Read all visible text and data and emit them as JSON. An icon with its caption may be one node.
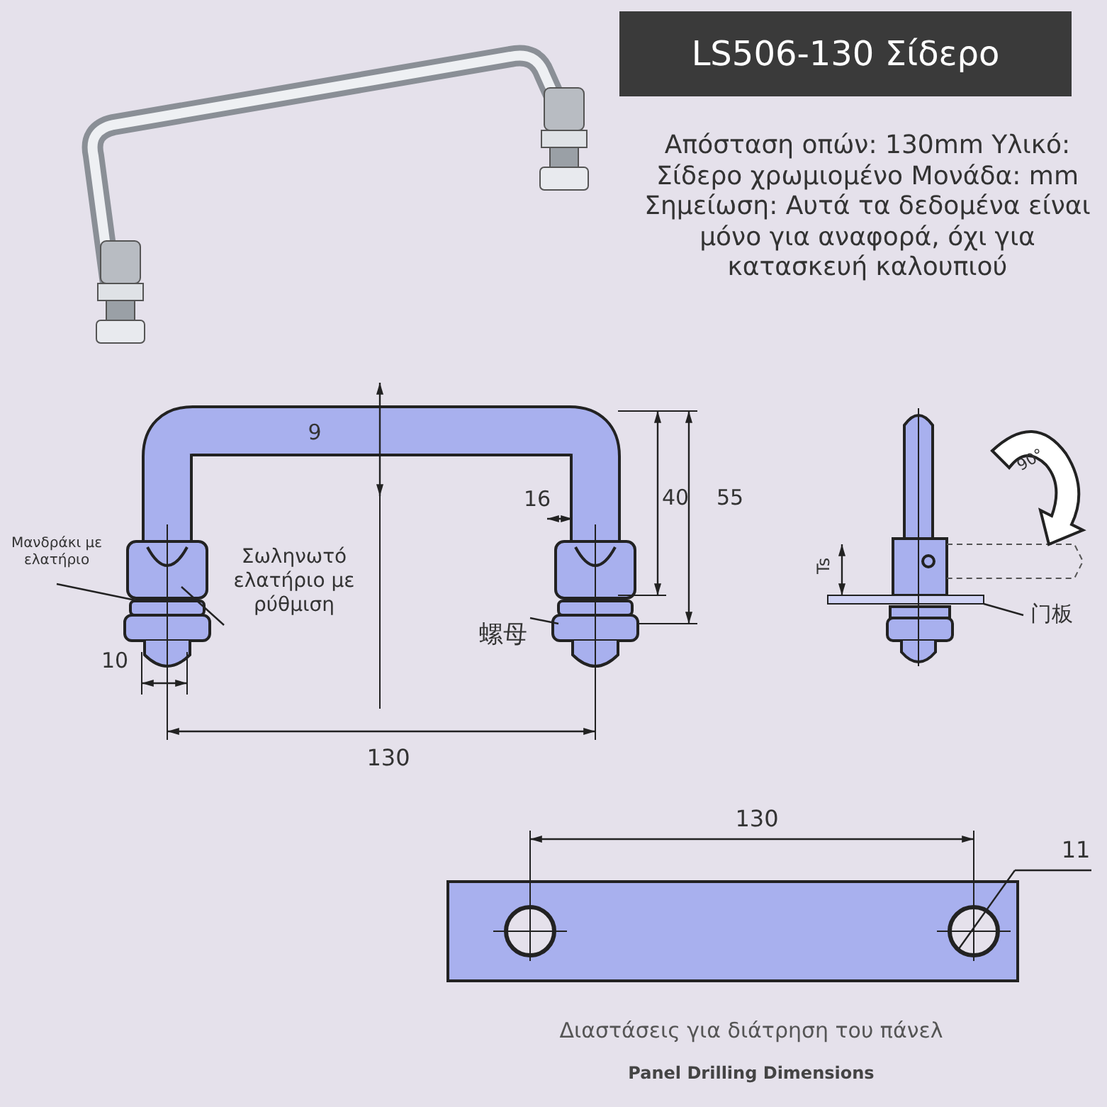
{
  "diagram": {
    "title": "LS506-130 Σίδερο",
    "nodes": [
      {
        "text": [
          "Μανδράκι με ελατήριο"
        ]
      },
      {
        "text": [
          "Σωληνωτό ελατήριο με ρύθμιση"
        ]
      },
      {
        "text": [
          "螺母"
        ]
      },
      {
        "text": [
          "门板"
        ]
      }
    ],
    "edges": [
      {
        "from": 0,
        "to": null,
        "arrow": "none"
      },
      {
        "from": 1,
        "to": null,
        "arrow": "none"
      },
      {
        "from": 2,
        "to": null,
        "arrow": "none"
      },
      {
        "from": 3,
        "to": null,
        "arrow": "none"
      }
    ],
    "labels": [
      "Απόσταση οπών: 130mm Υλικό: Σίδερο χρωμιομένο Μονάδα: mm Σημείωση: Αυτά τα δεδομένα είναι μόνο για αναφορά, όχι για κατασκευή καλουπιού",
      "9",
      "16",
      "40",
      "55",
      "10",
      "130",
      "Ts",
      "90°",
      "130",
      "11",
      "Διαστάσεις για διάτρηση του πάνελ",
      "Panel Drilling Dimensions"
    ]
  }
}
